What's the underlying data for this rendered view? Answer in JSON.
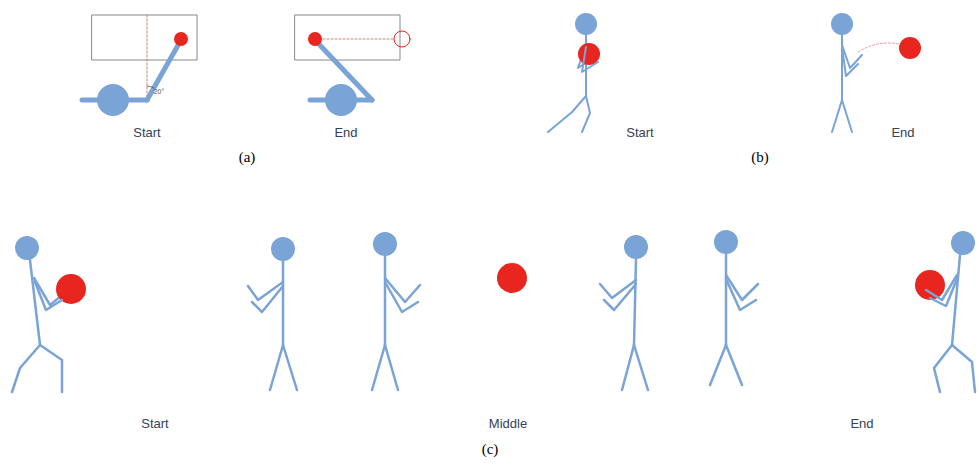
{
  "diagram": {
    "labels": [
      "20°",
      "Start",
      "End",
      "Start",
      "End",
      "(a)",
      "(b)",
      "Start",
      "Middle",
      "End",
      "(c)"
    ]
  }
}
